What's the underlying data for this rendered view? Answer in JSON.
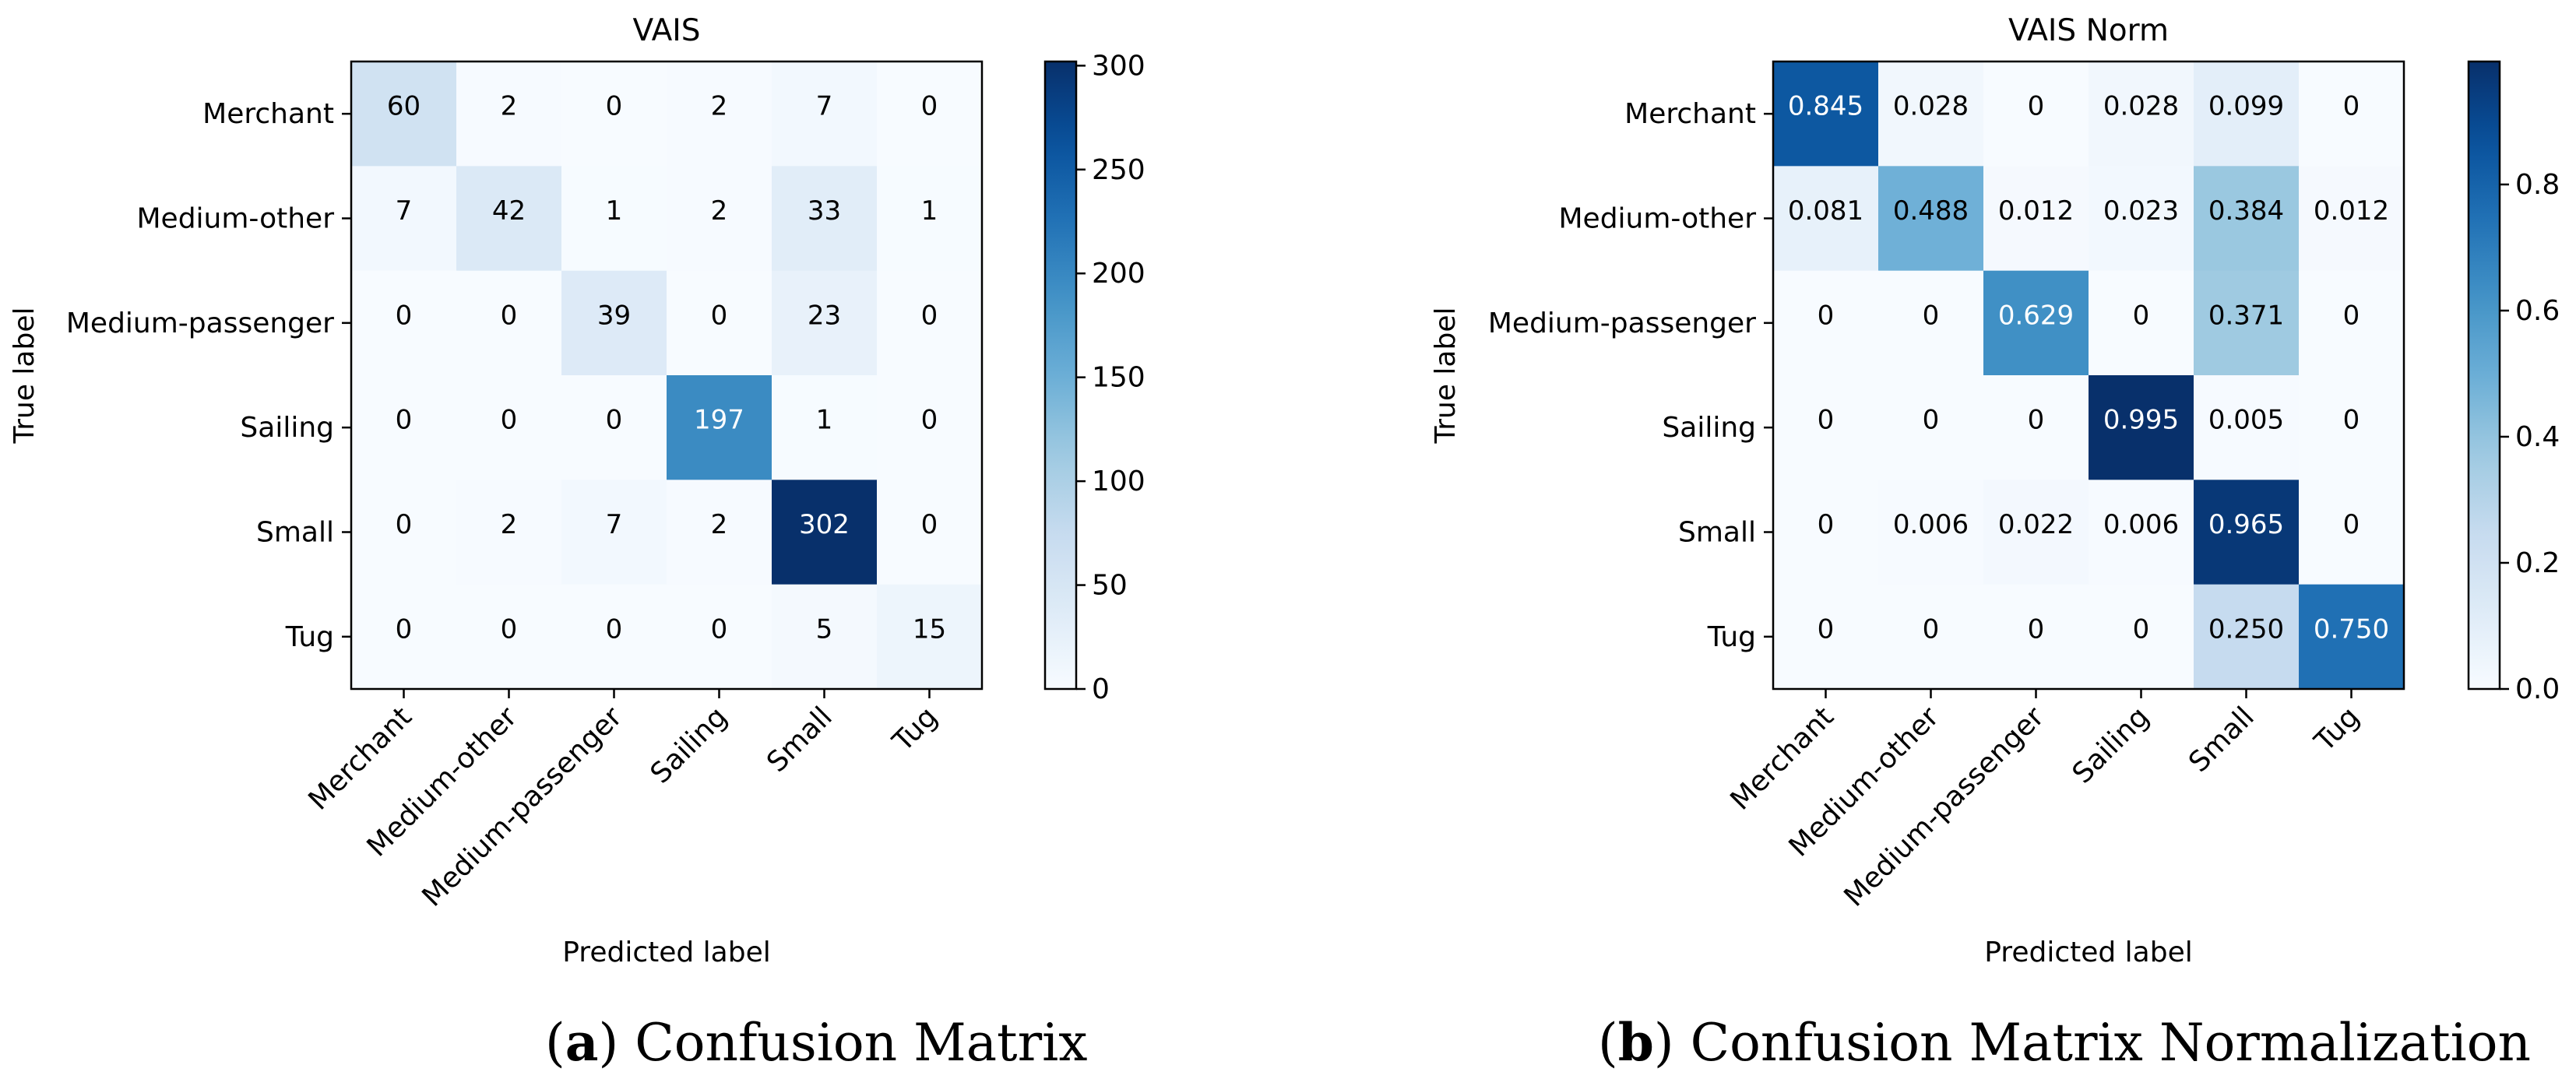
{
  "chart_data": [
    {
      "type": "heatmap",
      "title": "VAIS",
      "xlabel": "Predicted label",
      "ylabel": "True label",
      "x_categories": [
        "Merchant",
        "Medium-other",
        "Medium-passenger",
        "Sailing",
        "Small",
        "Tug"
      ],
      "y_categories": [
        "Merchant",
        "Medium-other",
        "Medium-passenger",
        "Sailing",
        "Small",
        "Tug"
      ],
      "values": [
        [
          60,
          2,
          0,
          2,
          7,
          0
        ],
        [
          7,
          42,
          1,
          2,
          33,
          1
        ],
        [
          0,
          0,
          39,
          0,
          23,
          0
        ],
        [
          0,
          0,
          0,
          197,
          1,
          0
        ],
        [
          0,
          2,
          7,
          2,
          302,
          0
        ],
        [
          0,
          0,
          0,
          0,
          5,
          15
        ]
      ],
      "cell_labels": [
        [
          "60",
          "2",
          "0",
          "2",
          "7",
          "0"
        ],
        [
          "7",
          "42",
          "1",
          "2",
          "33",
          "1"
        ],
        [
          "0",
          "0",
          "39",
          "0",
          "23",
          "0"
        ],
        [
          "0",
          "0",
          "0",
          "197",
          "1",
          "0"
        ],
        [
          "0",
          "2",
          "7",
          "2",
          "302",
          "0"
        ],
        [
          "0",
          "0",
          "0",
          "0",
          "5",
          "15"
        ]
      ],
      "color_range": [
        0,
        302
      ],
      "colorbar_ticks": [
        {
          "value": 0,
          "label": "0"
        },
        {
          "value": 50,
          "label": "50"
        },
        {
          "value": 100,
          "label": "100"
        },
        {
          "value": 150,
          "label": "150"
        },
        {
          "value": 200,
          "label": "200"
        },
        {
          "value": 250,
          "label": "250"
        },
        {
          "value": 300,
          "label": "300"
        }
      ],
      "colormap": "Blues",
      "caption_letter": "a",
      "caption_text": "Confusion Matrix"
    },
    {
      "type": "heatmap",
      "title": "VAIS Norm",
      "xlabel": "Predicted label",
      "ylabel": "True label",
      "x_categories": [
        "Merchant",
        "Medium-other",
        "Medium-passenger",
        "Sailing",
        "Small",
        "Tug"
      ],
      "y_categories": [
        "Merchant",
        "Medium-other",
        "Medium-passenger",
        "Sailing",
        "Small",
        "Tug"
      ],
      "values": [
        [
          0.845,
          0.028,
          0,
          0.028,
          0.099,
          0
        ],
        [
          0.081,
          0.488,
          0.012,
          0.023,
          0.384,
          0.012
        ],
        [
          0,
          0,
          0.629,
          0,
          0.371,
          0
        ],
        [
          0,
          0,
          0,
          0.995,
          0.005,
          0
        ],
        [
          0,
          0.006,
          0.022,
          0.006,
          0.965,
          0
        ],
        [
          0,
          0,
          0,
          0,
          0.25,
          0.75
        ]
      ],
      "cell_labels": [
        [
          "0.845",
          "0.028",
          "0",
          "0.028",
          "0.099",
          "0"
        ],
        [
          "0.081",
          "0.488",
          "0.012",
          "0.023",
          "0.384",
          "0.012"
        ],
        [
          "0",
          "0",
          "0.629",
          "0",
          "0.371",
          "0"
        ],
        [
          "0",
          "0",
          "0",
          "0.995",
          "0.005",
          "0"
        ],
        [
          "0",
          "0.006",
          "0.022",
          "0.006",
          "0.965",
          "0"
        ],
        [
          "0",
          "0",
          "0",
          "0",
          "0.250",
          "0.750"
        ]
      ],
      "color_range": [
        0,
        0.995
      ],
      "colorbar_ticks": [
        {
          "value": 0.0,
          "label": "0.0"
        },
        {
          "value": 0.2,
          "label": "0.2"
        },
        {
          "value": 0.4,
          "label": "0.4"
        },
        {
          "value": 0.6,
          "label": "0.6"
        },
        {
          "value": 0.8,
          "label": "0.8"
        }
      ],
      "colormap": "Blues",
      "caption_letter": "b",
      "caption_text": "Confusion Matrix Normalization"
    }
  ]
}
